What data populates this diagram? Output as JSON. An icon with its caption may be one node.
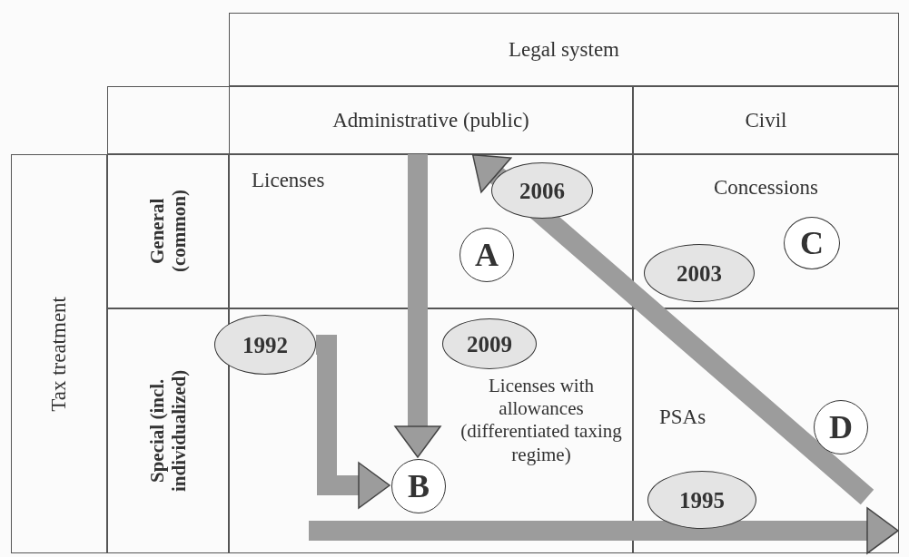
{
  "diagram": {
    "nodes": [
      {
        "text": [
          "Legal system"
        ]
      },
      {
        "text": [
          "Administrative (public)"
        ]
      },
      {
        "text": [
          "Civil"
        ]
      },
      {
        "text": [
          "Tax treatment"
        ]
      },
      {
        "text": [
          "General (common)"
        ]
      },
      {
        "text": [
          "Special (incl. individualized)"
        ]
      },
      {
        "text": [
          "Licenses"
        ]
      },
      {
        "text": [
          "A"
        ],
        "in": 6
      },
      {
        "text": [
          "Concessions"
        ]
      },
      {
        "text": [
          "C"
        ],
        "in": 8
      },
      {
        "text": [
          "Licenses with allowances (differentiated taxing regime)"
        ]
      },
      {
        "text": [
          "B"
        ],
        "in": 10
      },
      {
        "text": [
          "PSAs"
        ]
      },
      {
        "text": [
          "D"
        ],
        "in": 12
      },
      {
        "text": [
          "2006"
        ],
        "in": 6
      },
      {
        "text": [
          "2003"
        ],
        "in": 8
      },
      {
        "text": [
          "1992"
        ]
      },
      {
        "text": [
          "2009"
        ],
        "in": 10
      },
      {
        "text": [
          "1995"
        ],
        "in": 12
      }
    ],
    "edges": [
      {
        "from": 16,
        "to": 11,
        "arrow": "to"
      },
      {
        "from": null,
        "to": 12,
        "arrow": "to"
      },
      {
        "from": null,
        "to": 6,
        "arrow": "to"
      },
      {
        "from": 6,
        "to": 11,
        "arrow": "to"
      }
    ]
  }
}
